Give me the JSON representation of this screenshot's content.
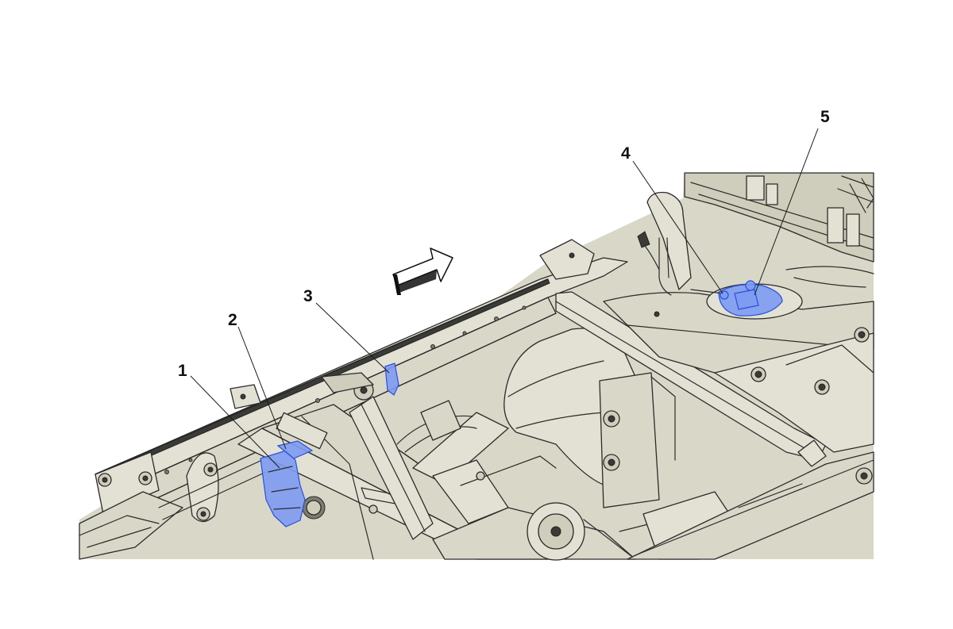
{
  "diagram": {
    "background_color": "#d9d8c8",
    "highlight_color": "#7d9bf2",
    "callouts": [
      {
        "label": "1",
        "target": "module-on-frame-rail"
      },
      {
        "label": "2",
        "target": "bracket-connector-on-frame"
      },
      {
        "label": "3",
        "target": "connector-on-crossmember"
      },
      {
        "label": "4",
        "target": "fuel-pump-connector"
      },
      {
        "label": "5",
        "target": "fuel-pump-module"
      }
    ],
    "direction_arrow_icon": "forward-arrow-icon"
  }
}
